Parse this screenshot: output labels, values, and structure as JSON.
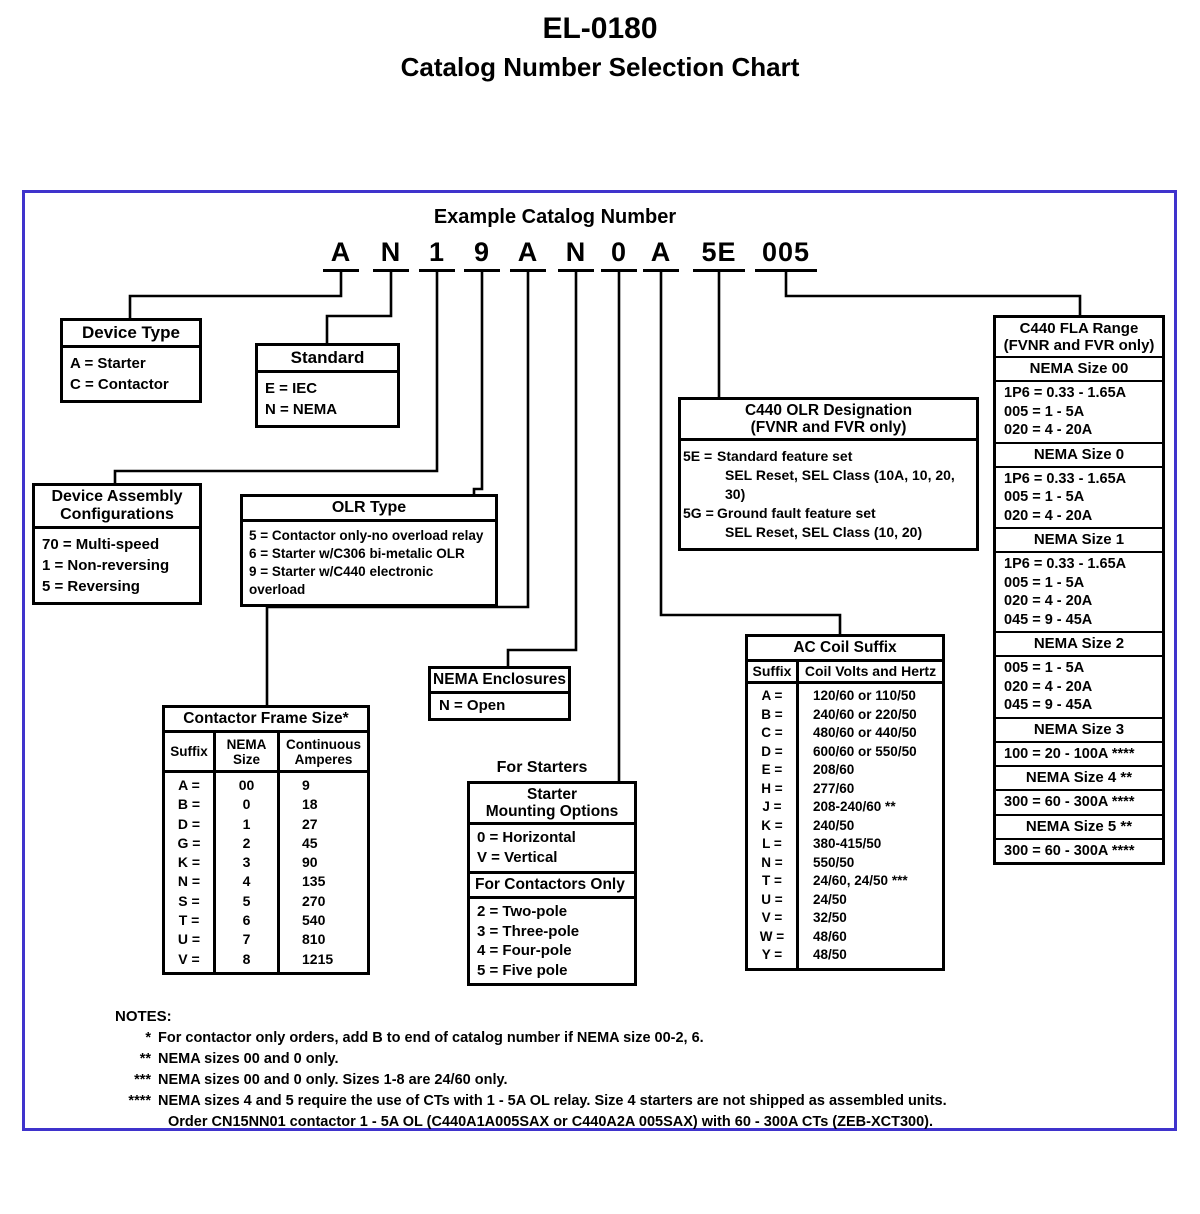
{
  "title": {
    "line1": "EL-0180",
    "line2": "Catalog Number Selection Chart"
  },
  "example": {
    "heading": "Example Catalog Number",
    "segments": [
      "A",
      "N",
      "1",
      "9",
      "A",
      "N",
      "0",
      "A",
      "5E",
      "005"
    ]
  },
  "colors": {
    "outer_border": "#3f33cc",
    "line": "#000000"
  },
  "boxes": {
    "device_type": {
      "title": "Device Type",
      "items": [
        "A = Starter",
        "C = Contactor"
      ]
    },
    "standard": {
      "title": "Standard",
      "items": [
        "E = IEC",
        "N = NEMA"
      ]
    },
    "device_assembly": {
      "title_line1": "Device Assembly",
      "title_line2": "Configurations",
      "items": [
        "70 = Multi-speed",
        "1 = Non-reversing",
        "5 = Reversing"
      ]
    },
    "olr_type": {
      "title": "OLR Type",
      "items": [
        "5 = Contactor only-no overload relay",
        "6 = Starter w/C306 bi-metalic OLR",
        "9 = Starter w/C440 electronic overload"
      ]
    },
    "c440_olr": {
      "title_line1": "C440 OLR Designation",
      "title_line2": "(FVNR and FVR only)",
      "entries": [
        {
          "code": "5E =",
          "line1": "Standard feature set",
          "line2": "SEL Reset, SEL Class (10A, 10, 20, 30)"
        },
        {
          "code": "5G =",
          "line1": "Ground fault feature set",
          "line2": "SEL Reset, SEL Class (10, 20)"
        }
      ]
    },
    "nema_enclosures": {
      "title": "NEMA Enclosures",
      "items": [
        "N = Open"
      ]
    },
    "frame_size": {
      "title": "Contactor Frame Size*",
      "columns": [
        "Suffix",
        "NEMA Size",
        "Continuous Amperes"
      ],
      "rows": [
        [
          "A =",
          "00",
          "9"
        ],
        [
          "B =",
          "0",
          "18"
        ],
        [
          "D =",
          "1",
          "27"
        ],
        [
          "G =",
          "2",
          "45"
        ],
        [
          "K =",
          "3",
          "90"
        ],
        [
          "N =",
          "4",
          "135"
        ],
        [
          "S =",
          "5",
          "270"
        ],
        [
          "T =",
          "6",
          "540"
        ],
        [
          "U =",
          "7",
          "810"
        ],
        [
          "V =",
          "8",
          "1215"
        ]
      ]
    },
    "for_starters": {
      "label": "For Starters",
      "header1_line1": "Starter",
      "header1_line2": "Mounting Options",
      "items1": [
        "0 = Horizontal",
        "V = Vertical"
      ],
      "header2": "For Contactors Only",
      "items2": [
        "2 = Two-pole",
        "3 = Three-pole",
        "4 = Four-pole",
        "5 = Five pole"
      ]
    },
    "ac_coil": {
      "title": "AC Coil Suffix",
      "columns": [
        "Suffix",
        "Coil Volts and Hertz"
      ],
      "rows": [
        [
          "A =",
          "120/60 or 110/50"
        ],
        [
          "B =",
          "240/60 or 220/50"
        ],
        [
          "C =",
          "480/60 or 440/50"
        ],
        [
          "D =",
          "600/60 or 550/50"
        ],
        [
          "E =",
          "208/60"
        ],
        [
          "H =",
          "277/60"
        ],
        [
          "J =",
          "208-240/60 **"
        ],
        [
          "K =",
          "240/50"
        ],
        [
          "L =",
          "380-415/50"
        ],
        [
          "N =",
          "550/50"
        ],
        [
          "T =",
          "24/60, 24/50 ***"
        ],
        [
          "U =",
          "24/50"
        ],
        [
          "V =",
          "32/50"
        ],
        [
          "W =",
          "48/60"
        ],
        [
          "Y =",
          "48/50"
        ]
      ]
    },
    "fla_range": {
      "title_line1": "C440 FLA Range",
      "title_line2": "(FVNR and FVR only)",
      "sections": [
        {
          "header": "NEMA Size 00",
          "items": [
            "1P6 = 0.33 - 1.65A",
            "005 = 1 - 5A",
            "020 = 4 - 20A"
          ]
        },
        {
          "header": "NEMA Size 0",
          "items": [
            "1P6 = 0.33 - 1.65A",
            "005 = 1 - 5A",
            "020 = 4 - 20A"
          ]
        },
        {
          "header": "NEMA Size 1",
          "items": [
            "1P6 = 0.33 - 1.65A",
            "005 = 1 - 5A",
            "020 = 4 - 20A",
            "045 = 9 - 45A"
          ]
        },
        {
          "header": "NEMA Size 2",
          "items": [
            "005 = 1 - 5A",
            "020 = 4 - 20A",
            "045 = 9 - 45A"
          ]
        },
        {
          "header": "NEMA Size 3",
          "items": [
            "100 = 20 - 100A ****"
          ]
        },
        {
          "header": "NEMA Size 4 **",
          "items": [
            "300 = 60 - 300A ****"
          ]
        },
        {
          "header": "NEMA Size 5 **",
          "items": [
            "300 = 60 - 300A ****"
          ]
        }
      ]
    }
  },
  "notes": {
    "heading": "NOTES:",
    "items": [
      {
        "marker": "*",
        "text": "For contactor only orders, add B to end of catalog number if NEMA size 00-2, 6."
      },
      {
        "marker": "**",
        "text": "NEMA sizes 00 and 0 only."
      },
      {
        "marker": "***",
        "text": "NEMA sizes 00 and 0 only. Sizes 1-8 are 24/60 only."
      },
      {
        "marker": "****",
        "text": "NEMA sizes 4 and 5 require the use of CTs with 1 - 5A OL relay. Size 4 starters are not shipped as assembled units."
      },
      {
        "marker": "",
        "text": "Order CN15NN01 contactor 1 - 5A OL (C440A1A005SAX or C440A2A 005SAX) with 60 - 300A CTs (ZEB-XCT300)."
      }
    ]
  }
}
